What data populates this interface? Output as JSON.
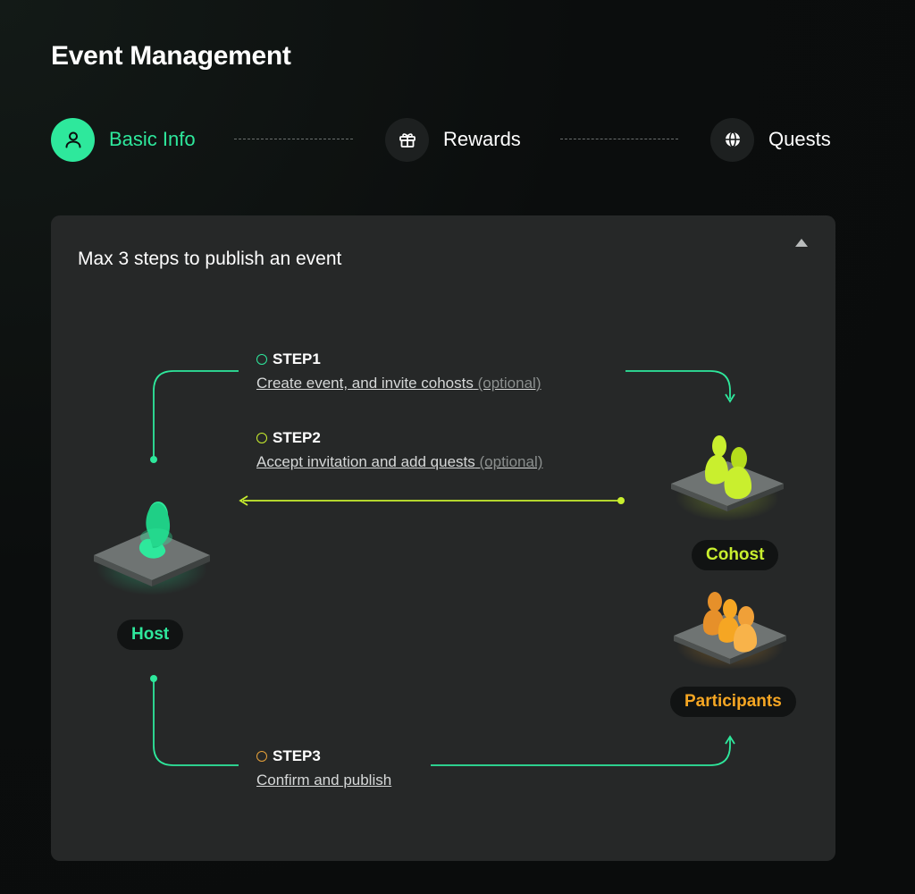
{
  "page": {
    "title": "Event Management"
  },
  "stepper": {
    "steps": [
      {
        "label": "Basic Info",
        "icon": "user-icon",
        "active": true
      },
      {
        "label": "Rewards",
        "icon": "gift-icon",
        "active": false
      },
      {
        "label": "Quests",
        "icon": "globe-icon",
        "active": false
      }
    ]
  },
  "card": {
    "title": "Max 3 steps to publish an event",
    "steps": [
      {
        "heading": "STEP1",
        "text": "Create event, and invite cohosts",
        "optional": "(optional)",
        "color": "#2ee89c"
      },
      {
        "heading": "STEP2",
        "text": "Accept invitation and add quests",
        "optional": "(optional)",
        "color": "#c9ef2e"
      },
      {
        "heading": "STEP3",
        "text": "Confirm and publish",
        "color": "#e6a13a"
      }
    ],
    "roles": {
      "host": {
        "label": "Host",
        "color": "#2ee89c"
      },
      "cohost": {
        "label": "Cohost",
        "color": "#c9ef2e"
      },
      "participants": {
        "label": "Participants",
        "color": "#f5a623"
      }
    }
  }
}
